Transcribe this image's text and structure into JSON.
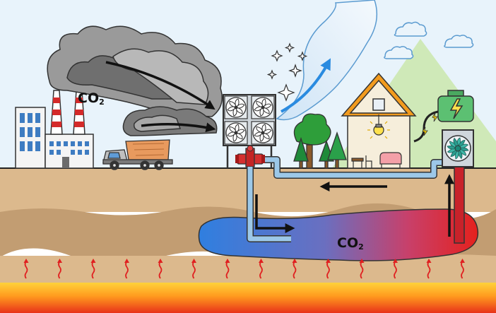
{
  "labels": {
    "co2_emission": {
      "main": "CO",
      "sub": "2"
    },
    "co2_reservoir": {
      "main": "CO",
      "sub": "2"
    }
  },
  "colors": {
    "sky": "#e8f3fb",
    "soil_top": "#dcb98d",
    "soil_mid": "#c29d72",
    "soil_deep": "#dcb98d",
    "reservoir_cold": "#2f7fe0",
    "reservoir_hot": "#e5211d",
    "pipe": "#9cc8e8",
    "smoke": "#8a8a8a",
    "mountain": "#cfe9b8",
    "heat_arrow": "#e02020"
  },
  "icons": [
    "factory-icon",
    "office-building-icon",
    "dump-truck-icon",
    "dac-fan-unit-icon",
    "wellhead-valve-icon",
    "house-icon",
    "light-bulb-icon",
    "tree-icon",
    "battery-icon",
    "turbine-icon",
    "cloud-icon",
    "sparkle-icon",
    "heat-arrow-icon"
  ]
}
